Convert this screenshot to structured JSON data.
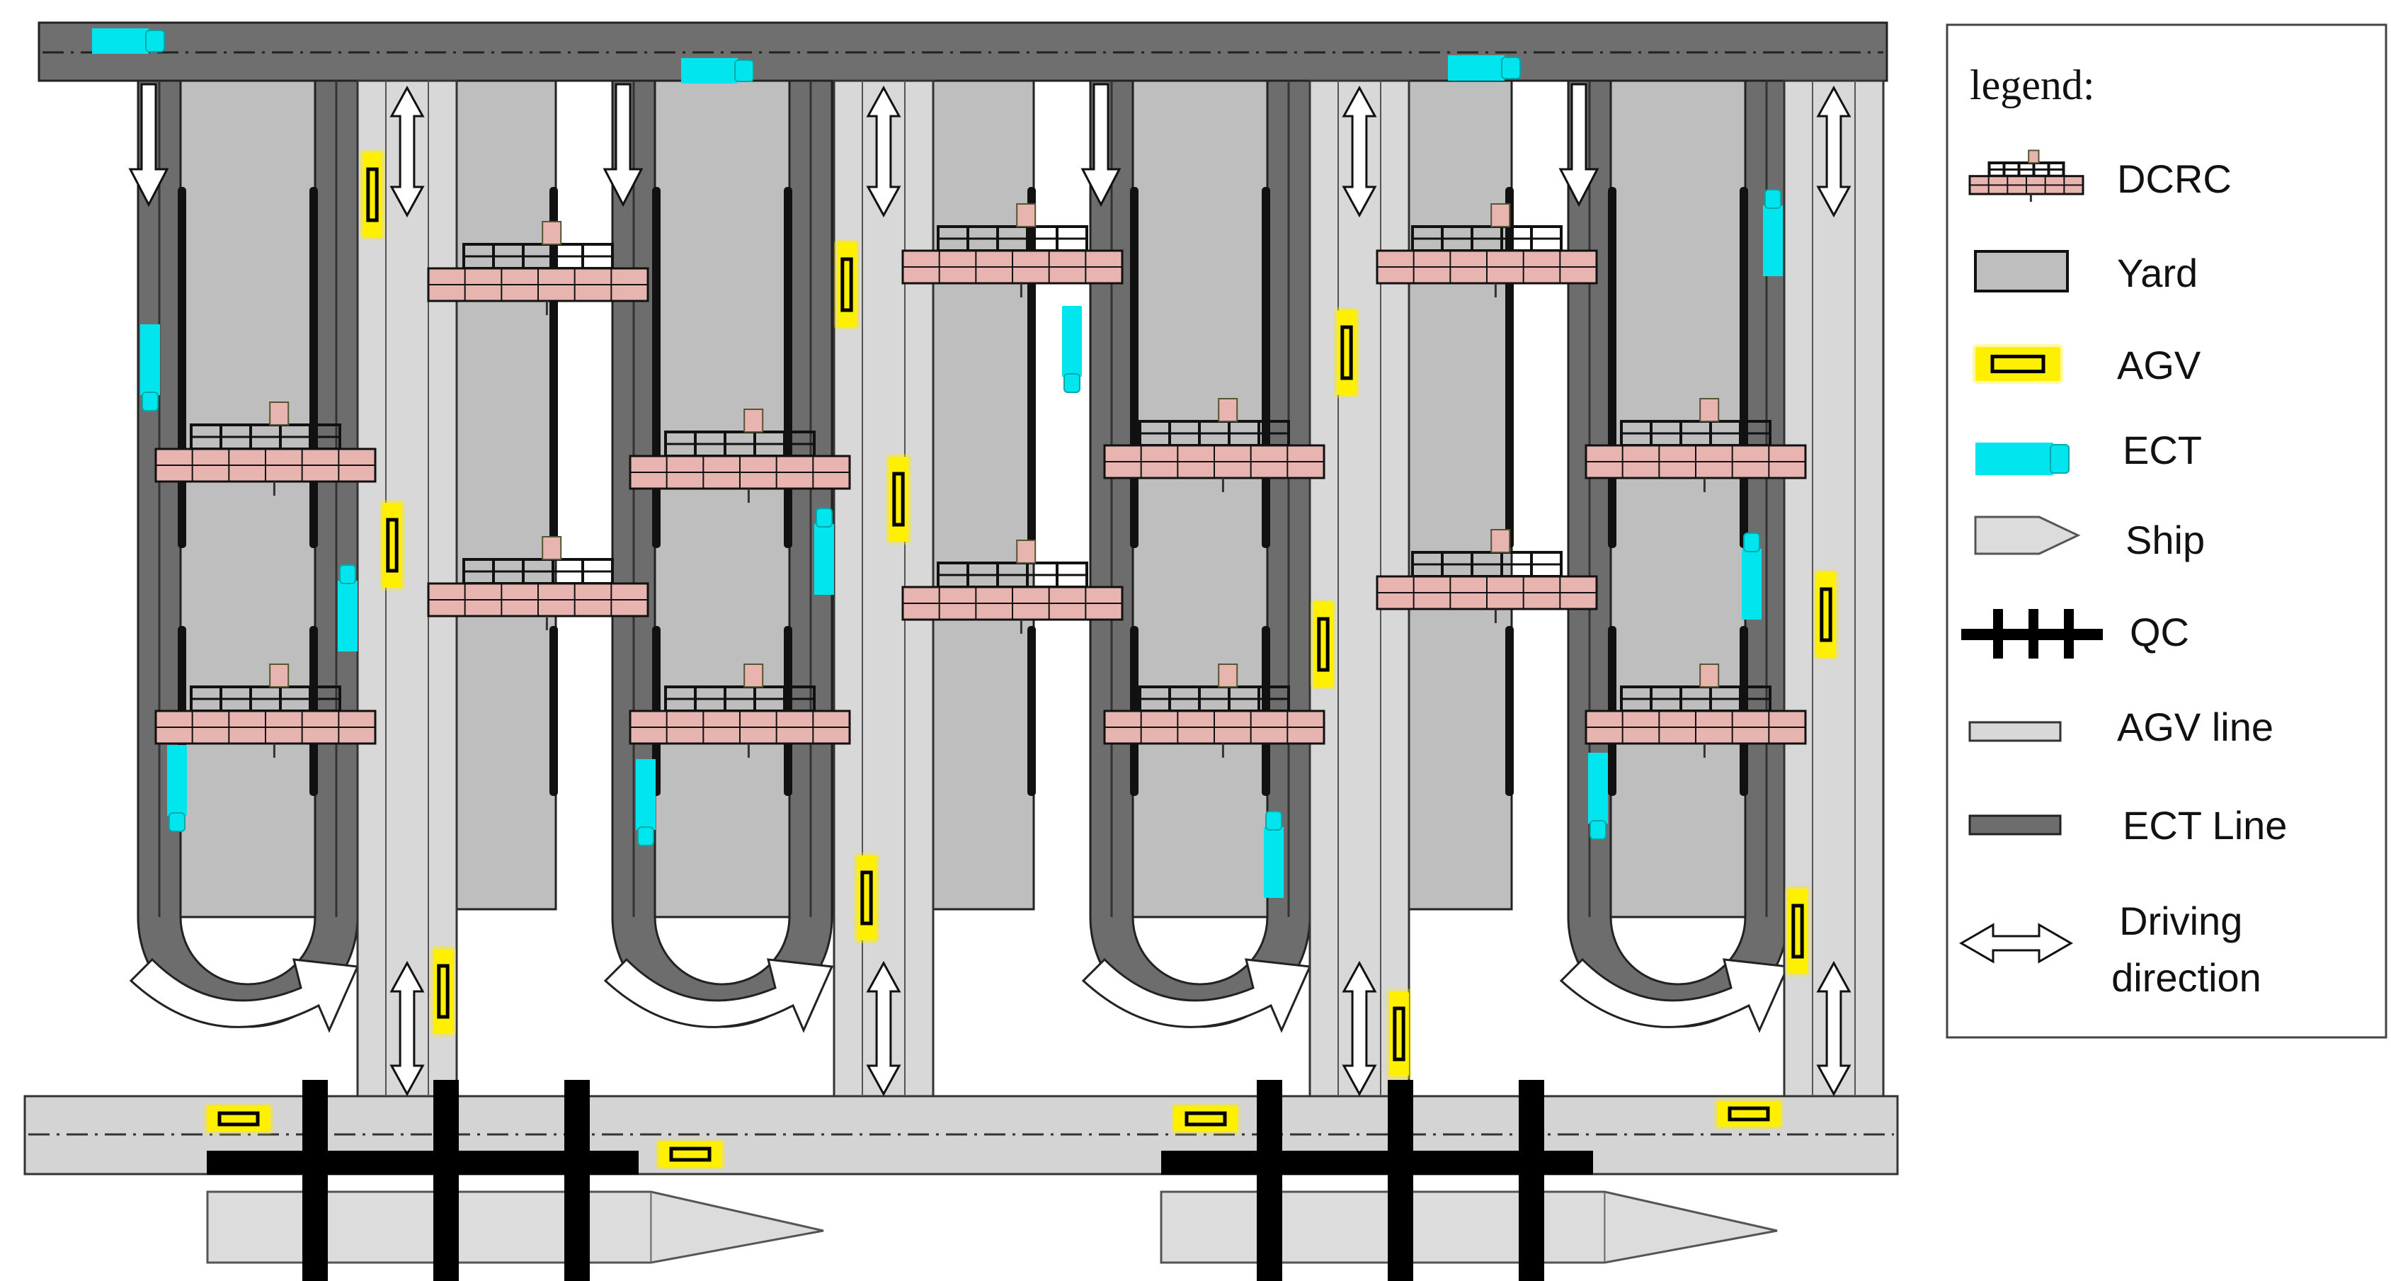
{
  "legend": {
    "title": "legend:",
    "items": [
      {
        "key": "dcrc",
        "label": "DCRC"
      },
      {
        "key": "yard",
        "label": "Yard"
      },
      {
        "key": "agv",
        "label": "AGV"
      },
      {
        "key": "ect",
        "label": "ECT"
      },
      {
        "key": "ship",
        "label": "Ship"
      },
      {
        "key": "qc",
        "label": "QC"
      },
      {
        "key": "agv_line",
        "label": "AGV line"
      },
      {
        "key": "ect_line",
        "label": "ECT Line"
      },
      {
        "key": "driving_direction",
        "label": "Driving direction",
        "lines": [
          "Driving",
          "direction"
        ]
      }
    ]
  },
  "colors": {
    "yard": "#bebebe",
    "ect_line": "#6d6d6d",
    "agv_line": "#d8d8d8",
    "road": "#d4d4d4",
    "dcrc": "#e8b4b0",
    "agv_body": "#ffef00",
    "ect_body": "#00e5ee",
    "qc": "#000000",
    "ship": "#dcdcdc",
    "outline": "#000000"
  },
  "icons": {
    "direction_arrow": "double-headed-arrow-icon",
    "flow_arrow": "down-arrow-icon",
    "turn_arrow": "curved-turn-arrow-icon"
  }
}
